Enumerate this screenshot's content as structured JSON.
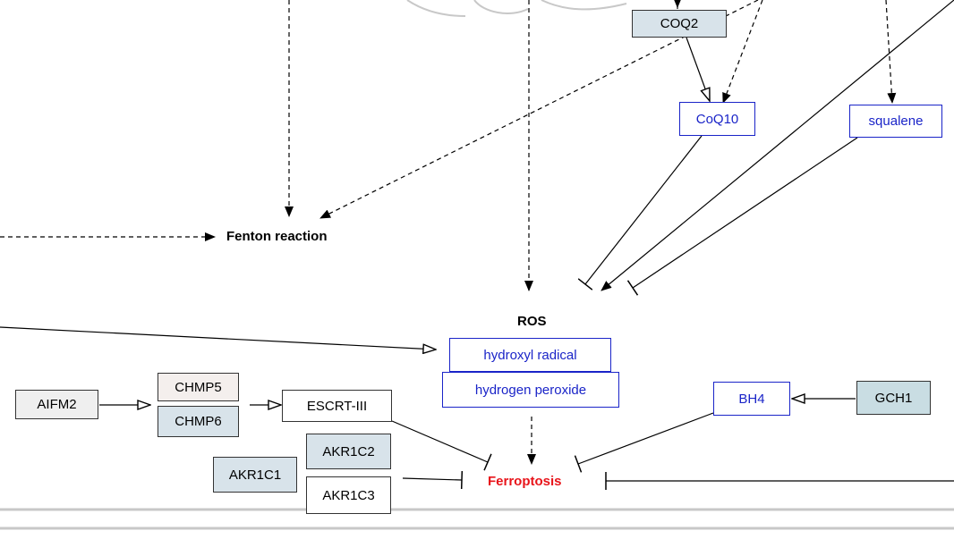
{
  "colors": {
    "gene_fill": "#d8e3ea",
    "metabolite_text": "#1a24c8",
    "outcome_text": "#e8141a",
    "membrane": "#c8c8c8"
  },
  "genes": {
    "coq2": "COQ2",
    "aifm2": "AIFM2",
    "chmp5": "CHMP5",
    "chmp6": "CHMP6",
    "escrt": "ESCRT-III",
    "akr1c1": "AKR1C1",
    "akr1c2": "AKR1C2",
    "akr1c3": "AKR1C3",
    "gch1": "GCH1"
  },
  "metabolites": {
    "coq10": "CoQ10",
    "squalene": "squalene",
    "hydroxyl": "hydroxyl radical",
    "peroxide": "hydrogen peroxide",
    "bh4": "BH4"
  },
  "labels": {
    "fenton": "Fenton reaction",
    "ros": "ROS",
    "ferroptosis": "Ferroptosis"
  }
}
